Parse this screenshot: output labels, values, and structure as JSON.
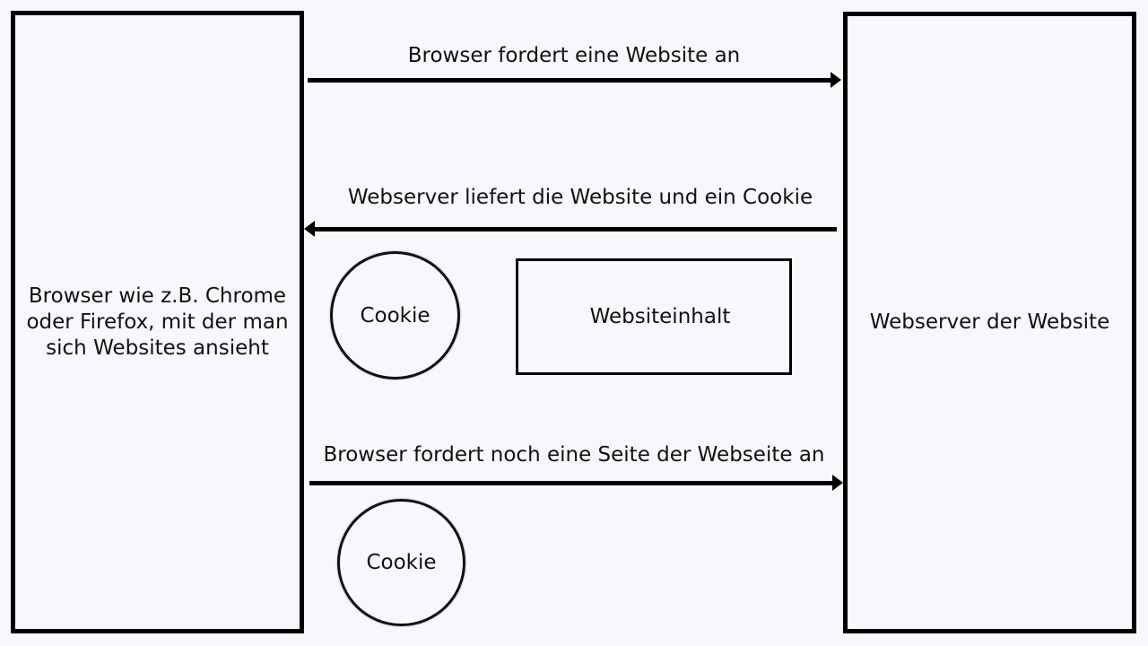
{
  "browser": {
    "label": "Browser wie z.B. Chrome\noder Firefox, mit der man\nsich Websites ansieht"
  },
  "server": {
    "label": "Webserver der Website"
  },
  "arrows": [
    {
      "label": "Browser fordert eine Website an",
      "direction": "right"
    },
    {
      "label": "Webserver liefert die Website und ein Cookie",
      "direction": "left"
    },
    {
      "label": "Browser fordert noch eine Seite der Webseite an",
      "direction": "right"
    }
  ],
  "cookies": [
    {
      "label": "Cookie"
    },
    {
      "label": "Cookie"
    }
  ],
  "content": {
    "label": "Websiteinhalt"
  }
}
